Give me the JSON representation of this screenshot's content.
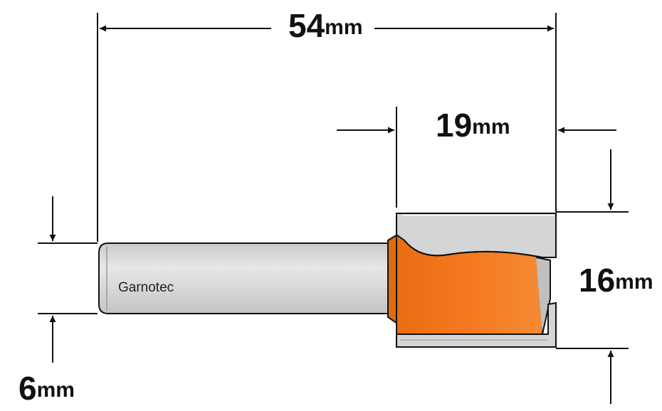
{
  "diagram": {
    "brand_label": "Garnotec",
    "dimensions": {
      "overall_length": {
        "value": "54",
        "unit": "mm"
      },
      "cutting_length": {
        "value": "19",
        "unit": "mm"
      },
      "cutting_diameter": {
        "value": "16",
        "unit": "mm"
      },
      "shank_diameter": {
        "value": "6",
        "unit": "mm"
      }
    },
    "colors": {
      "cutter_body": "#f47920",
      "steel": "#d9dadc",
      "steel_dark": "#a9abae",
      "line": "#111111"
    }
  }
}
